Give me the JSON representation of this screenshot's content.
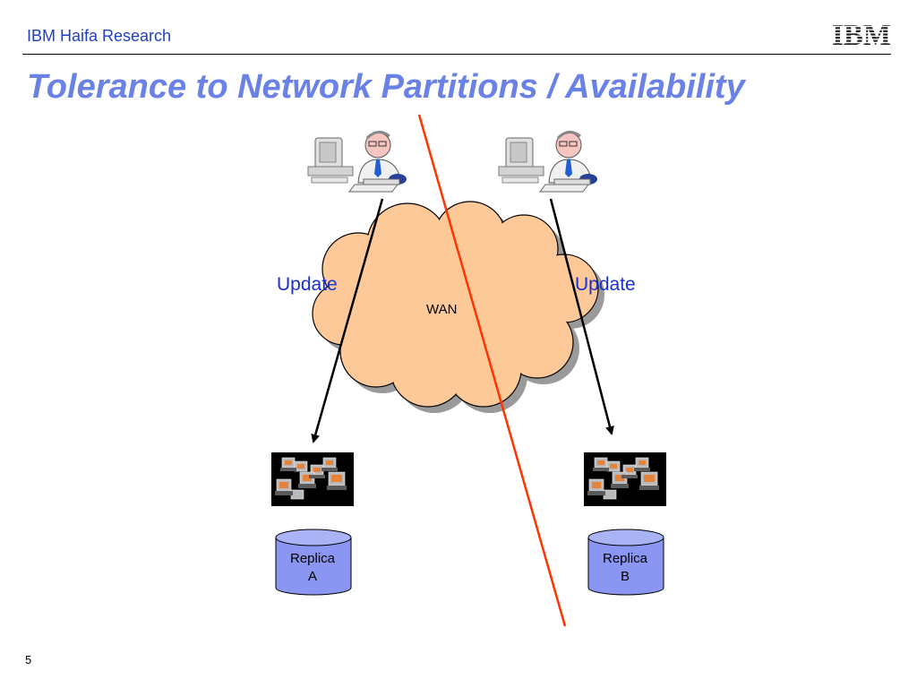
{
  "header": {
    "org_name": "IBM Haifa Research",
    "logo_text": "IBM"
  },
  "slide": {
    "title": "Tolerance to Network Partitions / Availability",
    "page_number": "5"
  },
  "diagram": {
    "cloud_label": "WAN",
    "left_update_label": "Update",
    "right_update_label": "Update",
    "replica_a": {
      "line1": "Replica",
      "line2": "A"
    },
    "replica_b": {
      "line1": "Replica",
      "line2": "B"
    },
    "colors": {
      "cloud_fill": "#fdc998",
      "cloud_shadow": "#9a9a9a",
      "partition_line": "#ff3300",
      "db_fill": "#8a96f2",
      "title_color": "#6a82e6",
      "label_color": "#1a2fd0"
    },
    "icons": [
      "user-at-computer-icon",
      "user-at-computer-icon",
      "server-cluster-icon",
      "server-cluster-icon",
      "database-icon",
      "database-icon"
    ]
  }
}
